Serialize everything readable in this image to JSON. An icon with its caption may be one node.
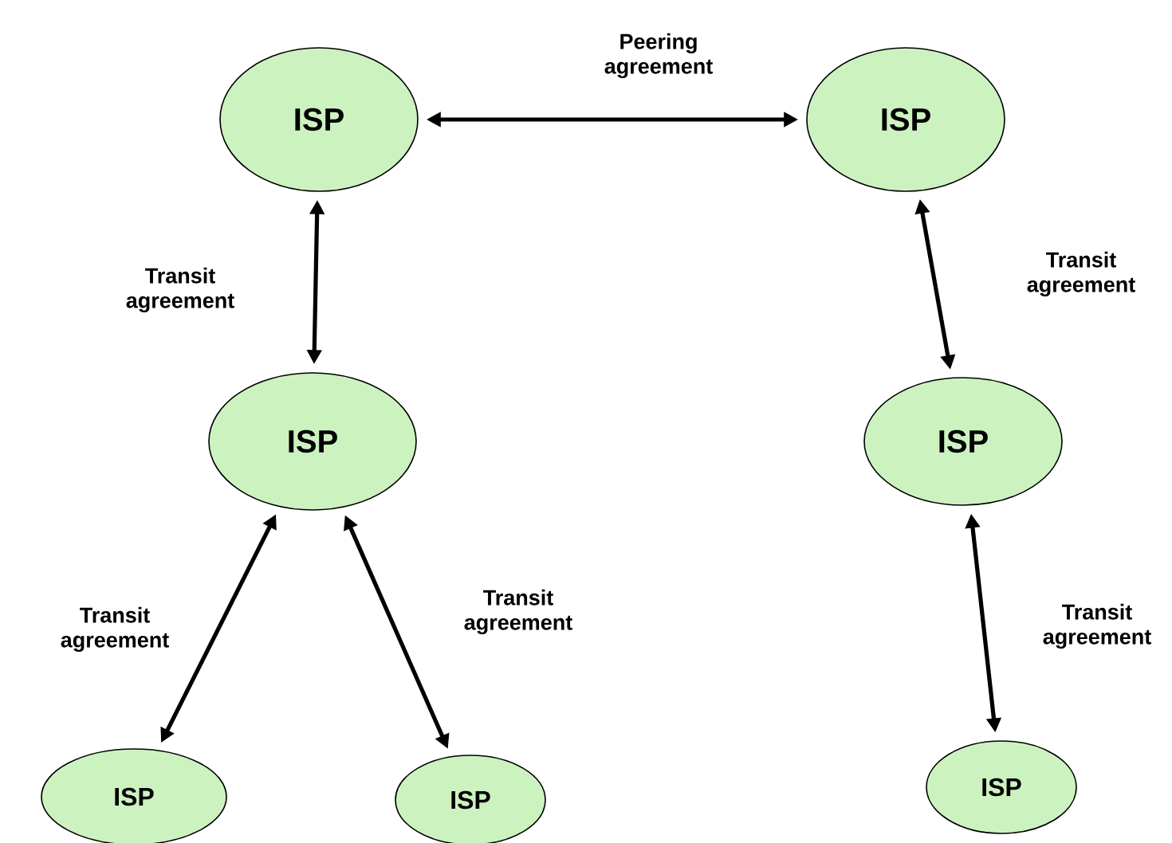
{
  "diagram": {
    "nodes": [
      {
        "text": [
          "ISP"
        ]
      },
      {
        "text": [
          "ISP"
        ]
      },
      {
        "text": [
          "ISP"
        ]
      },
      {
        "text": [
          "ISP"
        ]
      },
      {
        "text": [
          "ISP"
        ]
      },
      {
        "text": [
          "ISP"
        ]
      },
      {
        "text": [
          "ISP"
        ]
      }
    ],
    "edges": [
      {
        "from": 0,
        "to": 1,
        "arrow": "both",
        "label": "Peering agreement"
      },
      {
        "from": 0,
        "to": 2,
        "arrow": "both",
        "label": "Transit agreement"
      },
      {
        "from": 1,
        "to": 3,
        "arrow": "both",
        "label": "Transit agreement"
      },
      {
        "from": 2,
        "to": 4,
        "arrow": "both",
        "label": "Transit agreement"
      },
      {
        "from": 2,
        "to": 5,
        "arrow": "both",
        "label": "Transit agreement"
      },
      {
        "from": 3,
        "to": 6,
        "arrow": "both",
        "label": "Transit agreement"
      }
    ]
  }
}
